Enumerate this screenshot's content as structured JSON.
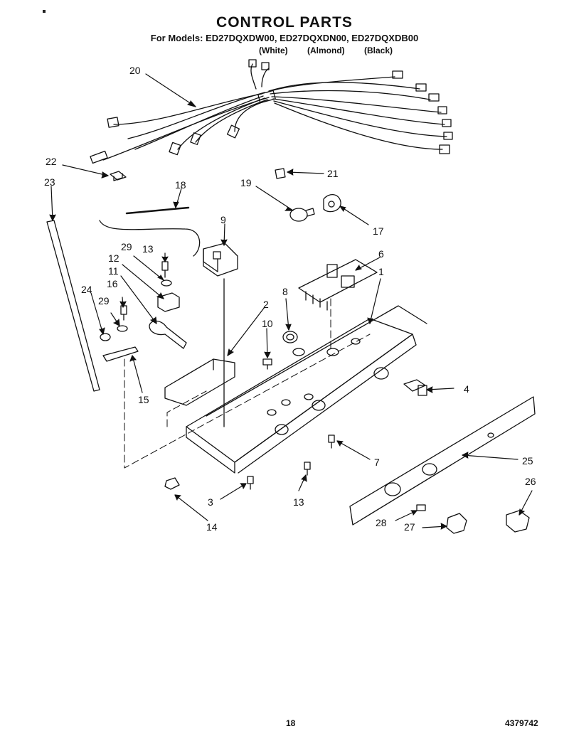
{
  "header": {
    "title": "CONTROL PARTS",
    "models_line": "For Models: ED27DQXDW00, ED27DQXDN00, ED27DQXDB00",
    "colors": [
      "(White)",
      "(Almond)",
      "(Black)"
    ]
  },
  "callouts": {
    "c20": "20",
    "c22": "22",
    "c21": "21",
    "c23": "23",
    "c18": "18",
    "c19": "19",
    "c17": "17",
    "c9": "9",
    "c12": "12",
    "c29a": "29",
    "c13a": "13",
    "c11": "11",
    "c6": "6",
    "c1": "1",
    "c8": "8",
    "c16": "16",
    "c24": "24",
    "c29b": "29",
    "c2": "2",
    "c10": "10",
    "c15": "15",
    "c4": "4",
    "c7": "7",
    "c25": "25",
    "c26": "26",
    "c3": "3",
    "c13b": "13",
    "c14": "14",
    "c28": "28",
    "c27": "27"
  },
  "footer": {
    "page_number": "18",
    "document_number": "4379742"
  }
}
